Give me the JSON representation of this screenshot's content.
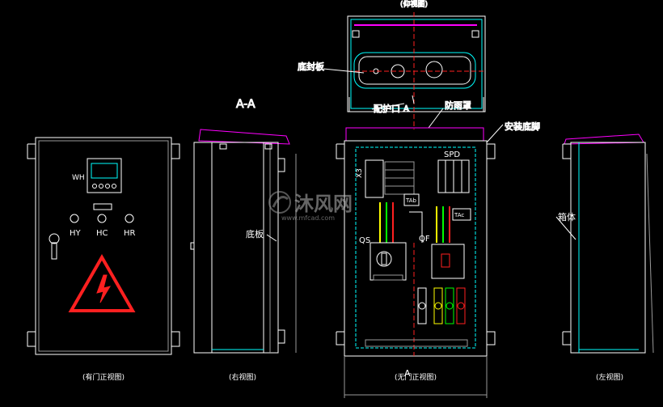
{
  "colors": {
    "background": "#000000",
    "line": "#ffffff",
    "cyan": "#00ffff",
    "magenta": "#ff00ff",
    "red": "#ff2020",
    "yellow": "#ffff00",
    "green": "#00ff00",
    "grey": "#9a9a9a"
  },
  "labels": {
    "top_view_caption": "(仰视图)",
    "bottom_plate": "底封板",
    "cable_gland": "配护口 A",
    "rain_cover": "防雨罩",
    "mount_foot": "安装底脚",
    "section_aa": "A-A",
    "section_a_bottom": "A",
    "back_plate": "底板",
    "cabinet_body": "箱体",
    "meter_wh": "WH",
    "lamp_hy": "HY",
    "lamp_hc": "HC",
    "lamp_hr": "HR",
    "spd": "SPD",
    "qs": "QS",
    "qf": "QF",
    "x3": "X3",
    "ta_b": "TAb",
    "ta_c": "TAc",
    "caption_front_door": "(有门正视图)",
    "caption_right": "(右视图)",
    "caption_front_nodoor": "(无门正视图)",
    "caption_left": "(左视图)",
    "watermark_brand": "沐风网",
    "watermark_url": "www.mfcad.com"
  }
}
